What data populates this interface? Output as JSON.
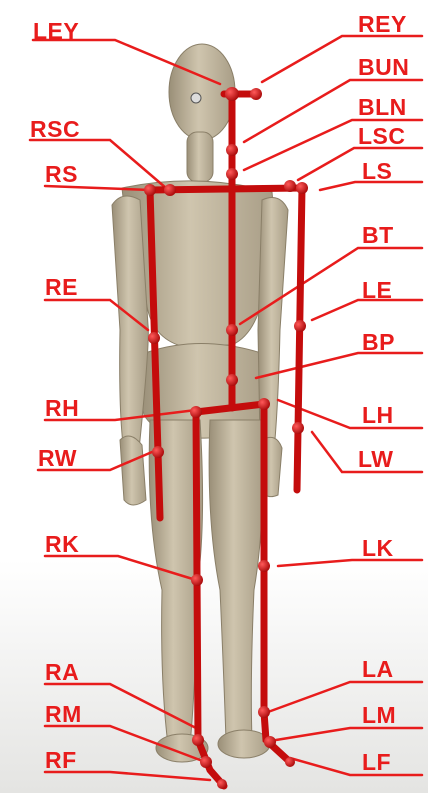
{
  "colors": {
    "label": "#e81c1c",
    "skeleton": "#c40c0c",
    "joint": "#d41414",
    "mannequin": "#c4b9a2",
    "mannequin_shadow": "#9a8f78",
    "floor": "#e8e8e6"
  },
  "labels": {
    "LEY": "LEY",
    "REY": "REY",
    "BUN": "BUN",
    "BLN": "BLN",
    "RSC": "RSC",
    "LSC": "LSC",
    "RS": "RS",
    "LS": "LS",
    "BT": "BT",
    "RE": "RE",
    "LE": "LE",
    "BP": "BP",
    "RH": "RH",
    "LH": "LH",
    "RW": "RW",
    "LW": "LW",
    "RK": "RK",
    "LK": "LK",
    "RA": "RA",
    "LA": "LA",
    "RM": "RM",
    "LM": "LM",
    "RF": "RF",
    "LF": "LF"
  }
}
